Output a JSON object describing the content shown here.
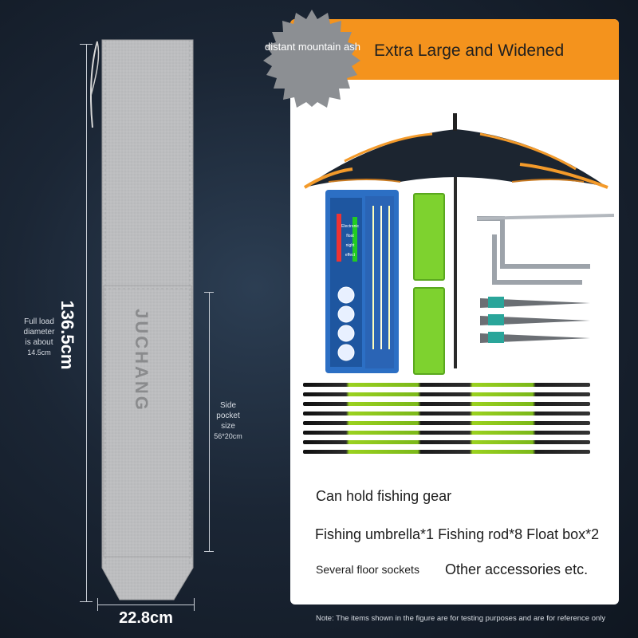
{
  "left_panel": {
    "bag_brand": "JUCHANG",
    "length_label": "136.5cm",
    "width_label": "22.8cm",
    "diameter_lines": [
      "Full load",
      "diameter",
      "is about",
      "14.5cm"
    ],
    "pocket_lines": [
      "Side",
      "pocket",
      "size",
      "56*20cm"
    ]
  },
  "card": {
    "badge_text": "distant mountain ash",
    "title": "Extra Large and Widened",
    "float_box_caption": [
      "Electronic",
      "float",
      "night",
      "effect"
    ],
    "line1": "Can hold fishing gear",
    "line2": "Fishing umbrella*1 Fishing rod*8 Float box*2",
    "line3_left": "Several floor sockets",
    "line3_right": "Other accessories etc."
  },
  "note": "Note: The items shown in the figure are for testing purposes and are for reference only",
  "colors": {
    "accent_orange": "#f4931d",
    "bag_gray": "#bdbec0",
    "background": "#1b2635",
    "rod_green": "#9ad11f"
  }
}
